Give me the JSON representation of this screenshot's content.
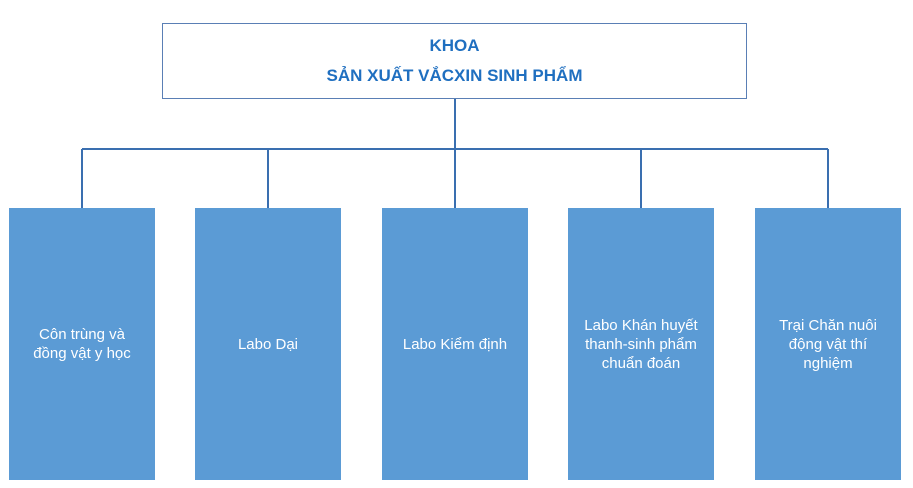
{
  "root": {
    "line1": "KHOA",
    "line2": "SẢN XUẤT VẮCXIN SINH PHẨM"
  },
  "children": [
    {
      "label": "Côn trùng và đồng vật y học"
    },
    {
      "label": "Labo Dại"
    },
    {
      "label": "Labo Kiểm định"
    },
    {
      "label": "Labo Khán huyết thanh-sinh phẩm chuẩn đoán"
    },
    {
      "label": "Trại Chăn nuôi động vật thí nghiệm"
    }
  ],
  "colors": {
    "root_text": "#1f6fc0",
    "root_border": "#5a7fb5",
    "child_fill": "#5b9bd5",
    "child_text": "#ffffff",
    "connector": "#3a6fb0"
  }
}
